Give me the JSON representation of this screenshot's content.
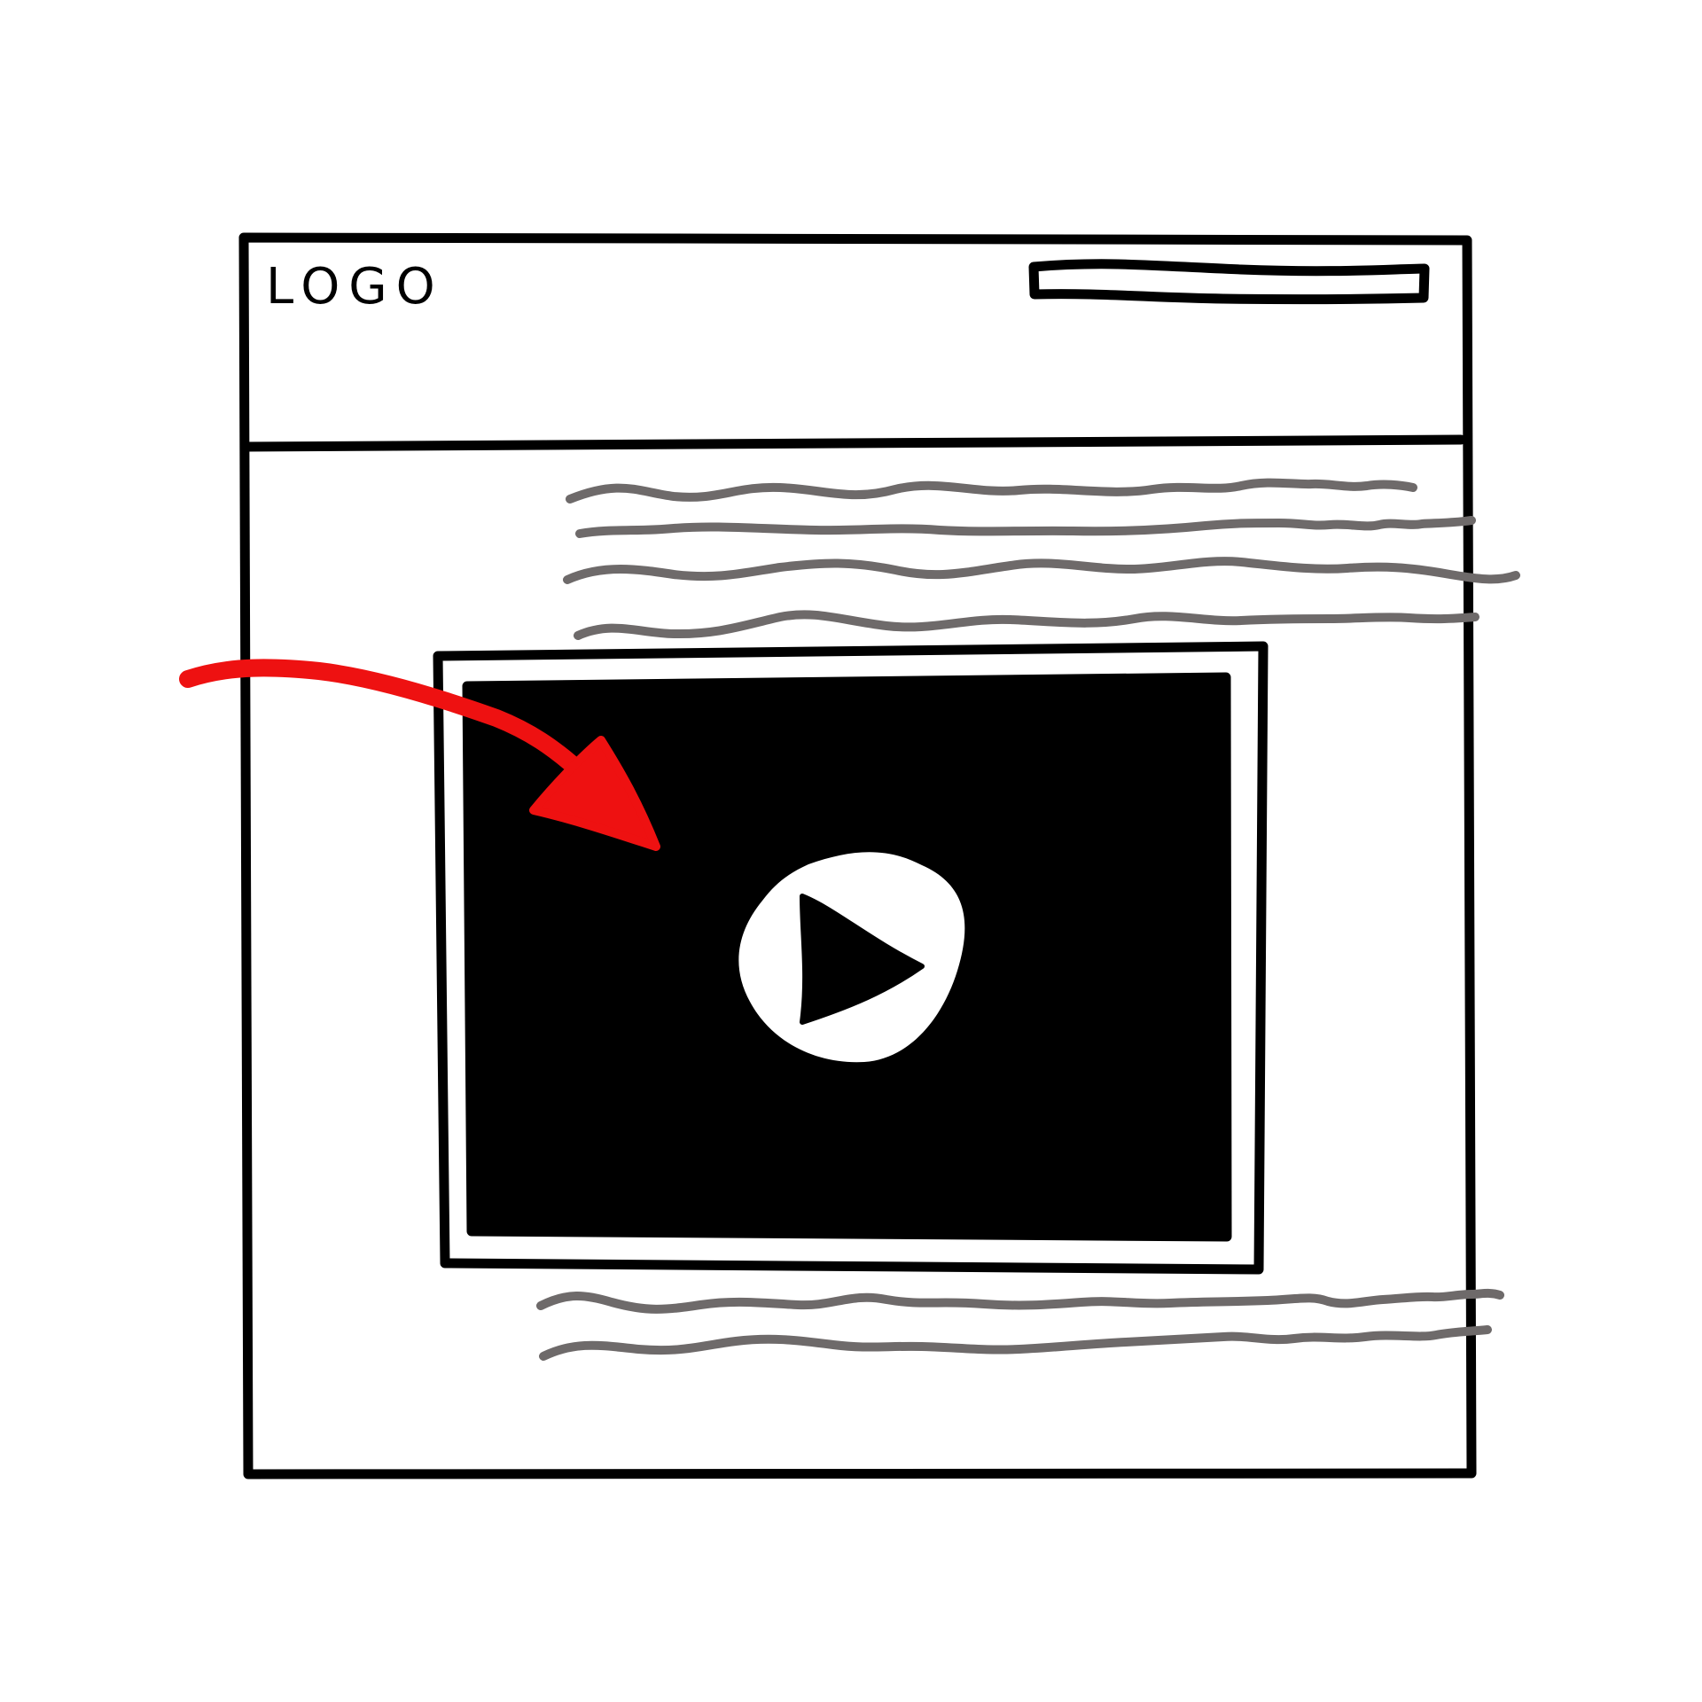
{
  "header": {
    "logo_text": "LOGO",
    "search_bar_icon": "search-bar-outline"
  },
  "main": {
    "intro_text_lines": 4,
    "footer_text_lines": 2,
    "video_player": {
      "play_icon": "play-icon"
    }
  },
  "annotation": {
    "arrow_icon": "red-arrow"
  },
  "colors": {
    "ink": "#000000",
    "text_placeholder": "#6e6a6a",
    "arrow": "#ee1111",
    "video_background": "#000000",
    "play_button": "#ffffff"
  }
}
